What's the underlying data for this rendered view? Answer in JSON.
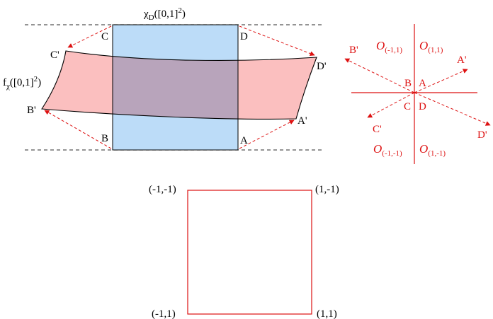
{
  "colors": {
    "domain_fill": "#bcdcf8",
    "image_fill": "#fbbcbc",
    "overlap_fill": "#b8a4bb",
    "red": "#dd1111",
    "black": "#000000",
    "dash": "#555555"
  },
  "top_diagram": {
    "domain_label": {
      "prefix": "χ",
      "sub": "D",
      "rest": "([0,1]",
      "sup": "2",
      "close": ")"
    },
    "image_label": {
      "prefix": "f",
      "sub": "χ",
      "rest": "([0,1]",
      "sup": "2",
      "close": ")"
    },
    "corners": {
      "A": "A",
      "B": "B",
      "C": "C",
      "D": "D",
      "A_prime": "A'",
      "B_prime": "B'",
      "C_prime": "C'",
      "D_prime": "D'"
    }
  },
  "right_diagram": {
    "corners": {
      "A": "A",
      "B": "B",
      "C": "C",
      "D": "D",
      "A_prime": "A'",
      "B_prime": "B'",
      "C_prime": "C'",
      "D_prime": "D'"
    },
    "octants": {
      "top_left": {
        "letter": "O",
        "sub": "(-1,1)"
      },
      "top_right": {
        "letter": "O",
        "sub": "(1,1)"
      },
      "bottom_left": {
        "letter": "O",
        "sub": "(-1,-1)"
      },
      "bottom_right": {
        "letter": "O",
        "sub": "(1,-1)"
      }
    }
  },
  "bottom_square": {
    "top_left": "(-1,-1)",
    "top_right": "(1,-1)",
    "bottom_left": "(-1,1)",
    "bottom_right": "(1,1)"
  }
}
